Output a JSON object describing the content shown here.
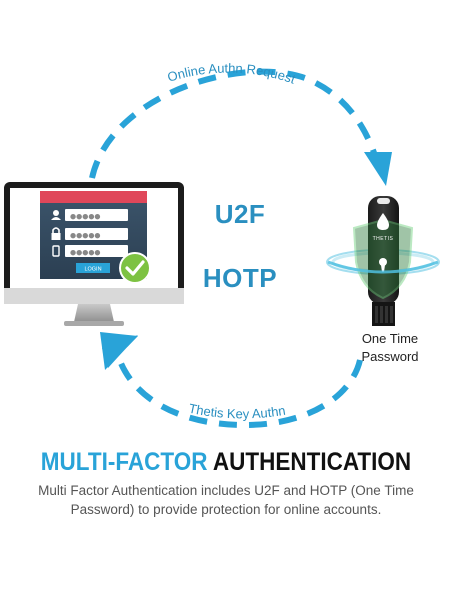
{
  "arc_labels": {
    "top": "Online Authn Request",
    "bottom": "Thetis Key Authn"
  },
  "protocols": [
    "U2F",
    "HOTP"
  ],
  "key": {
    "brand": "THETIS",
    "caption_line1": "One Time",
    "caption_line2": "Password"
  },
  "login_form": {
    "username_mask": "●●●●●",
    "password_mask": "●●●●●",
    "code_mask": "●●●●●",
    "login_button": "LOGIN"
  },
  "headline": {
    "part1": "MULTI-FACTOR",
    "part2": "AUTHENTICATION"
  },
  "description": "Multi Factor Authentication includes U2F and HOTP (One Time Password) to provide protection for online accounts.",
  "colors": {
    "accent_blue": "#29a3d8",
    "form_red": "#e0475a",
    "form_navy": "#324a60",
    "check_green": "#7dc242"
  },
  "icons": [
    "user-icon",
    "lock-icon",
    "phone-icon",
    "check-icon",
    "drop-icon",
    "lock-icon"
  ]
}
